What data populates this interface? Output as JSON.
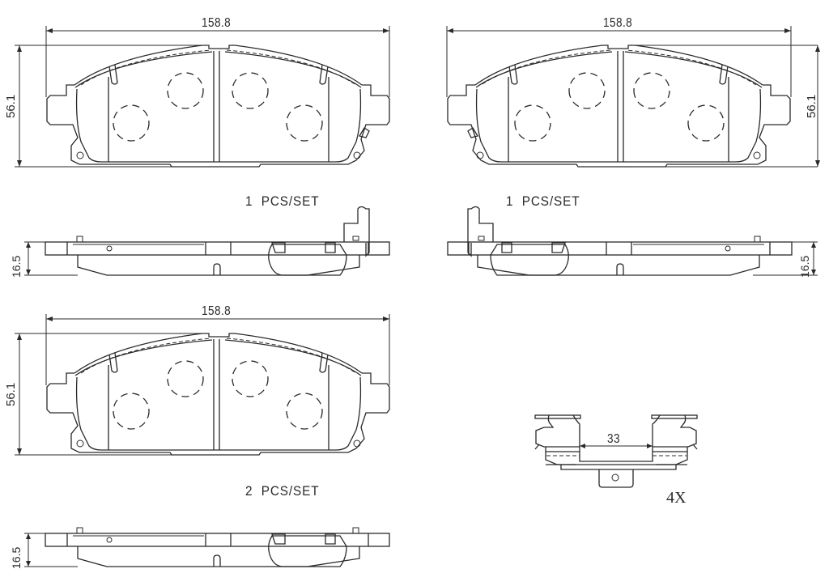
{
  "drawings": {
    "pad_top_left": {
      "width_dim": "158.8",
      "height_dim": "56.1",
      "side_view_thickness_dim": "16.5",
      "quantity_label": "1  PCS/SET"
    },
    "pad_top_right": {
      "width_dim": "158.8",
      "height_dim": "56.1",
      "side_view_thickness_dim": "16.5",
      "quantity_label": "1  PCS/SET"
    },
    "pad_bottom_left": {
      "width_dim": "158.8",
      "height_dim": "56.1",
      "side_view_thickness_dim": "16.5",
      "quantity_label": "2  PCS/SET"
    },
    "hardware_clip": {
      "span_dim": "33",
      "quantity_label": "4X"
    }
  }
}
